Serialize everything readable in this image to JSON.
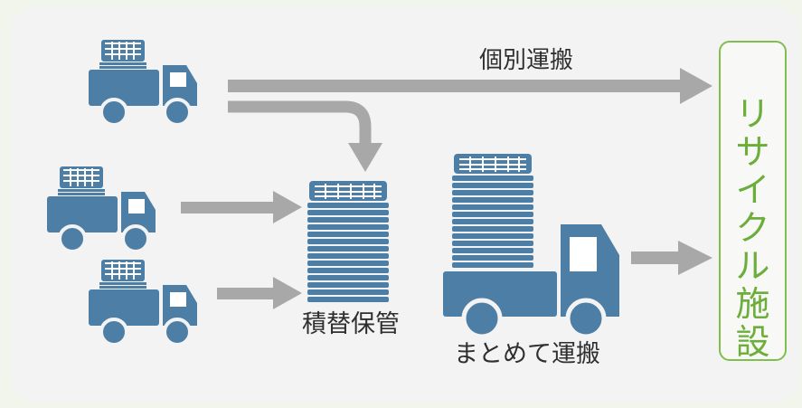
{
  "diagram": {
    "individual_transport_label": "個別運搬",
    "transfer_storage_label": "積替保管",
    "bulk_transport_label": "まとめて運搬",
    "facility_chars": [
      "リ",
      "サ",
      "イ",
      "ク",
      "ル",
      "施",
      "設"
    ]
  },
  "colors": {
    "truck": "#4d7ea6",
    "arrow": "#a8a8a8",
    "facility_border": "#7fbf4d",
    "facility_text": "#6cae3a",
    "background": "#f3f3f3"
  },
  "icons": {
    "truck": "truck-icon",
    "panel_stack": "solar-panel-stack-icon",
    "arrow": "arrow-right-icon"
  }
}
